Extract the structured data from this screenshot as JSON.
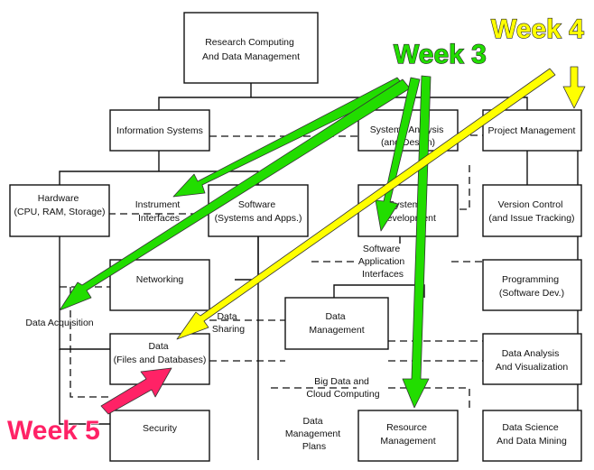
{
  "nodes": {
    "root": [
      "Research Computing",
      "And Data Management"
    ],
    "information_systems": [
      "Information Systems"
    ],
    "systems_analysis": [
      "Systems Analysis",
      "(and Design)"
    ],
    "project_management": [
      "Project Management"
    ],
    "hardware": [
      "Hardware",
      "(CPU, RAM, Storage)"
    ],
    "software": [
      "Software",
      "(Systems and Apps.)"
    ],
    "systems_development": [
      "Systems",
      "Development"
    ],
    "version_control": [
      "Version Control",
      "(and Issue Tracking)"
    ],
    "networking": [
      "Networking"
    ],
    "programming": [
      "Programming",
      "(Software Dev.)"
    ],
    "data_management": [
      "Data",
      "Management"
    ],
    "data_files": [
      "Data",
      "(Files and Databases)"
    ],
    "data_analysis": [
      "Data Analysis",
      "And Visualization"
    ],
    "security": [
      "Security"
    ],
    "resource_management": [
      "Resource",
      "Management"
    ],
    "data_science": [
      "Data Science",
      "And Data Mining"
    ]
  },
  "labels": {
    "instrument_interfaces": [
      "Instrument",
      "Interfaces"
    ],
    "software_application_interfaces": [
      "Software",
      "Application",
      "Interfaces"
    ],
    "data_acquisition": [
      "Data Acquisition"
    ],
    "data_sharing": [
      "Data",
      "Sharing"
    ],
    "big_data": [
      "Big Data and",
      "Cloud Computing"
    ],
    "data_management_plans": [
      "Data",
      "Management",
      "Plans"
    ]
  },
  "annotations": {
    "week3": "Week 3",
    "week4": "Week 4",
    "week5": "Week 5"
  },
  "colors": {
    "week3": "#22dd00",
    "week4": "#ffff00",
    "week5": "#ff2266",
    "outline": "#111111"
  }
}
